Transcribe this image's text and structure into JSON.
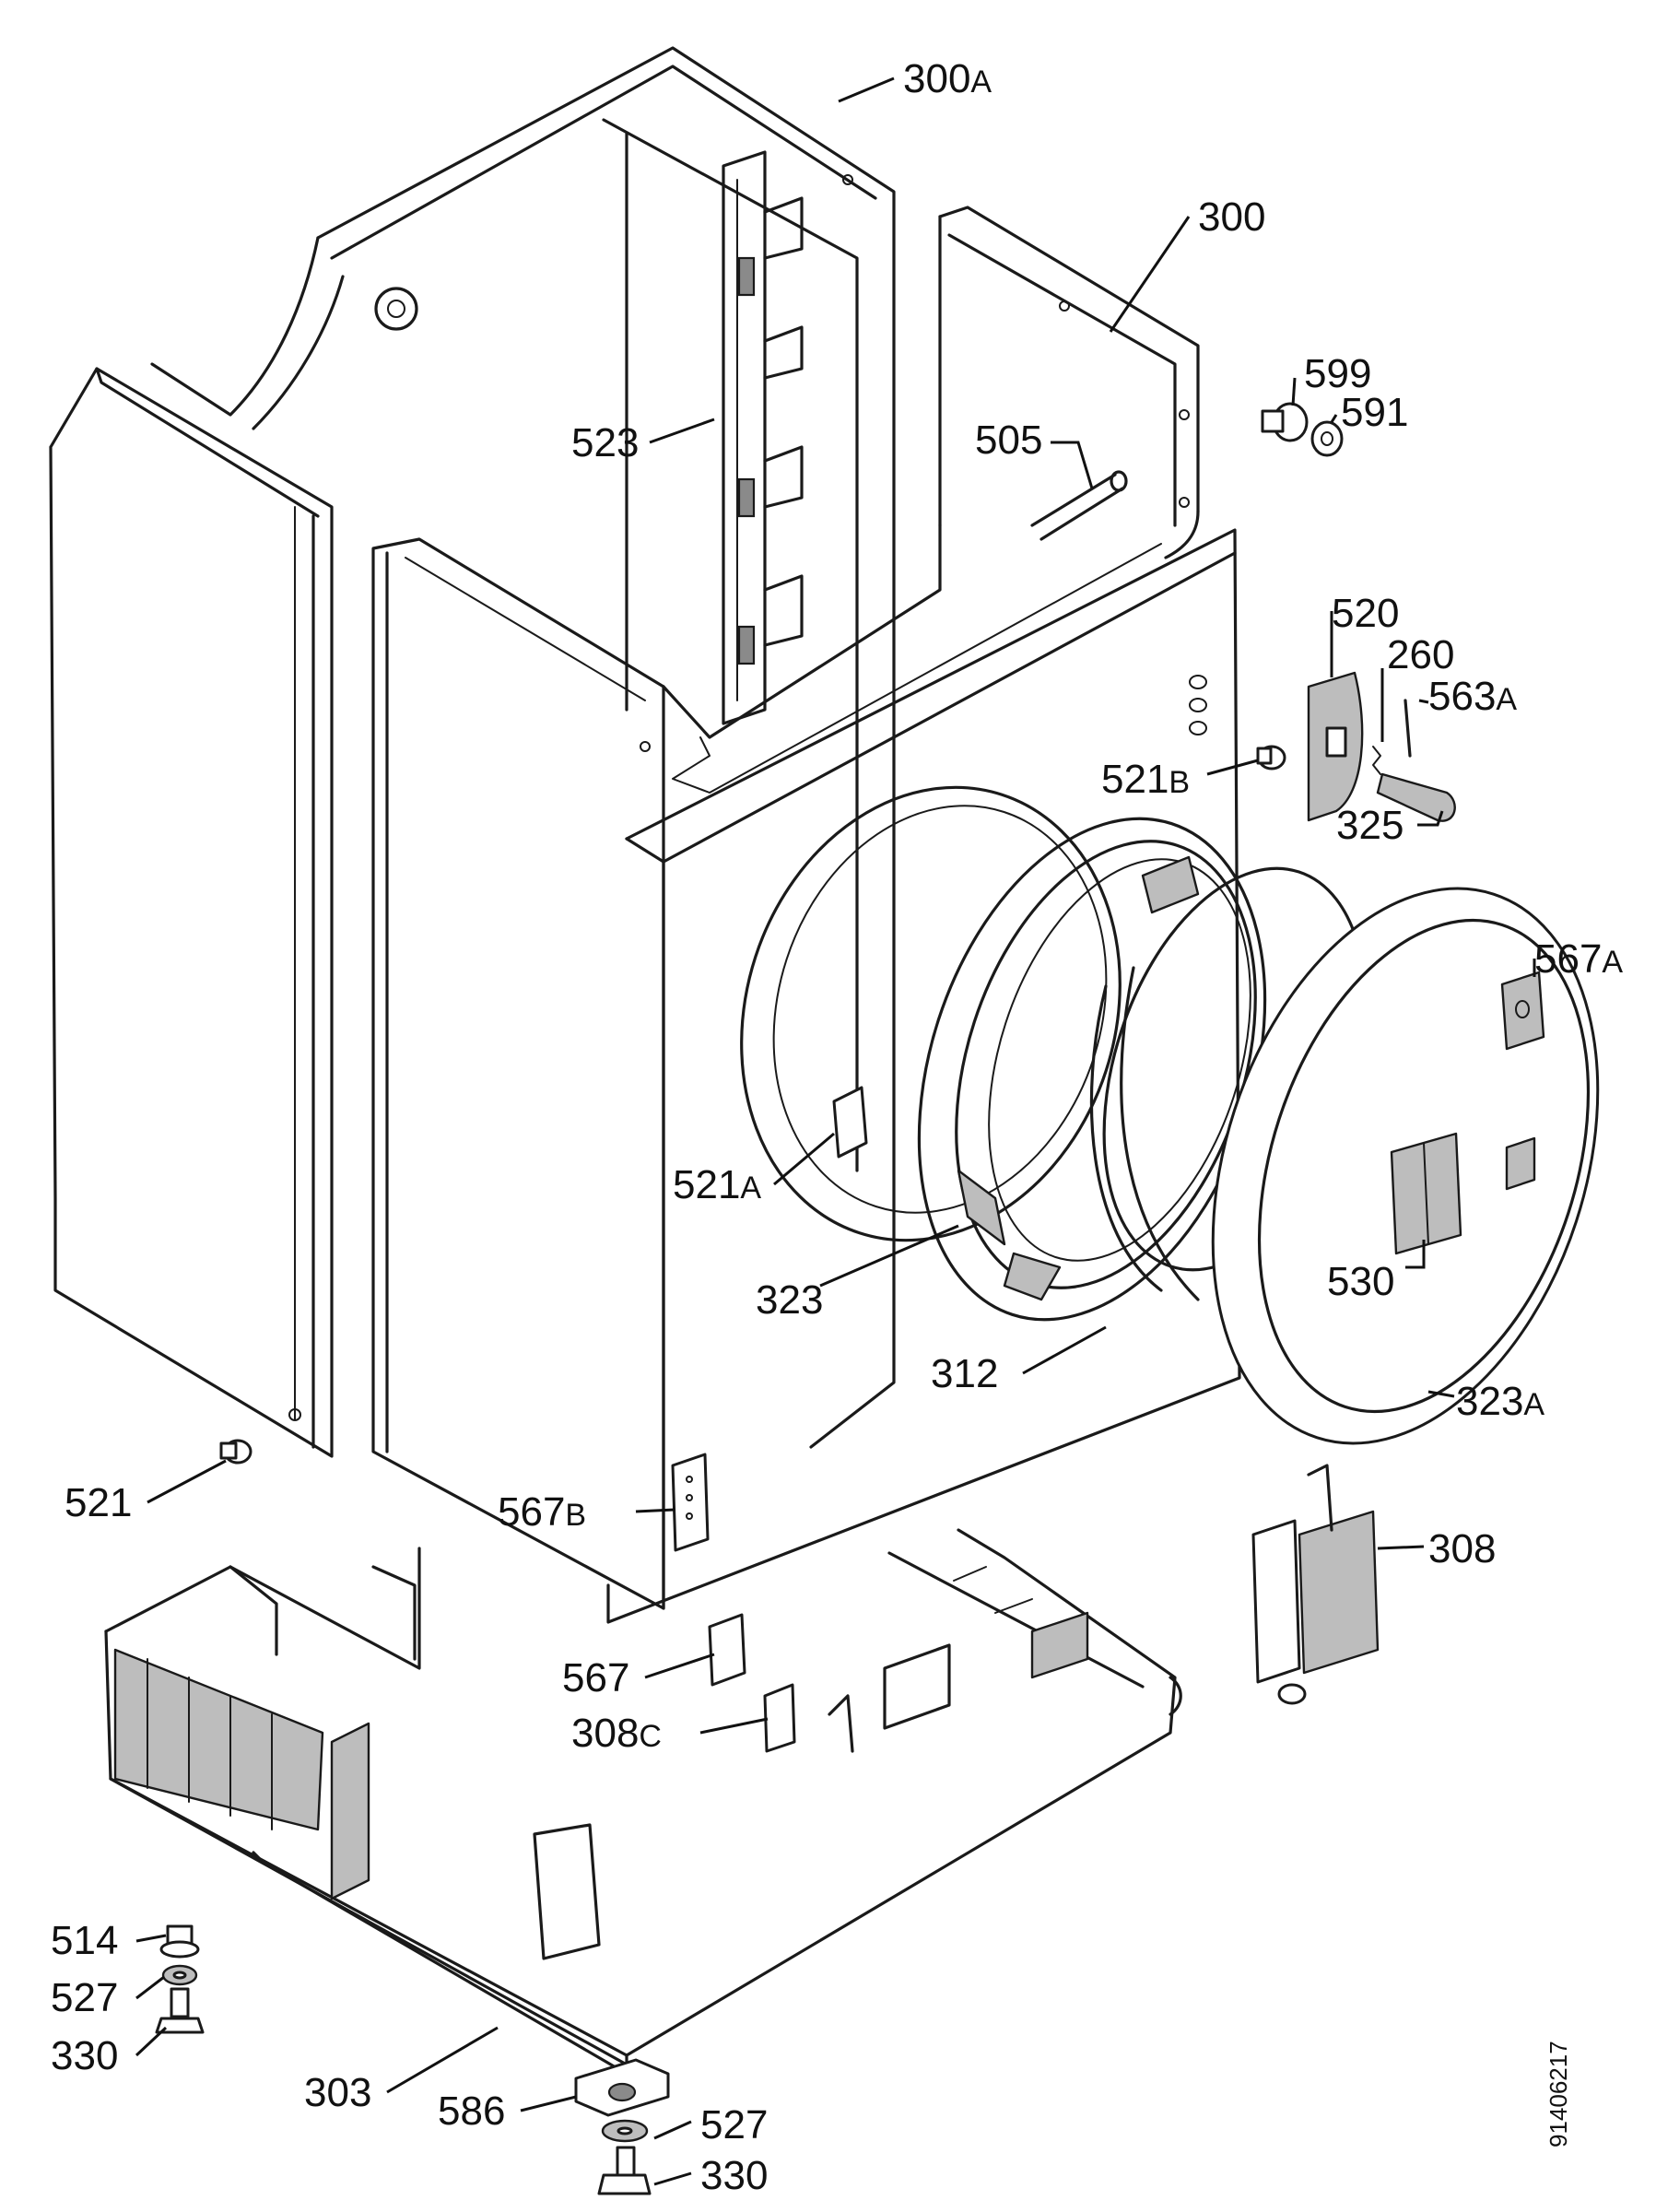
{
  "labels": {
    "l300a": {
      "num": "300",
      "suffix": "A"
    },
    "l300": {
      "num": "300",
      "suffix": ""
    },
    "l599": {
      "num": "599",
      "suffix": ""
    },
    "l591": {
      "num": "591",
      "suffix": ""
    },
    "l523": {
      "num": "523",
      "suffix": ""
    },
    "l505": {
      "num": "505",
      "suffix": ""
    },
    "l520": {
      "num": "520",
      "suffix": ""
    },
    "l260": {
      "num": "260",
      "suffix": ""
    },
    "l563a": {
      "num": "563",
      "suffix": "A"
    },
    "l521b": {
      "num": "521",
      "suffix": "B"
    },
    "l325": {
      "num": "325",
      "suffix": ""
    },
    "l567a": {
      "num": "567",
      "suffix": "A"
    },
    "l521a": {
      "num": "521",
      "suffix": "A"
    },
    "l323": {
      "num": "323",
      "suffix": ""
    },
    "l530": {
      "num": "530",
      "suffix": ""
    },
    "l312": {
      "num": "312",
      "suffix": ""
    },
    "l323a": {
      "num": "323",
      "suffix": "A"
    },
    "l521": {
      "num": "521",
      "suffix": ""
    },
    "l567b": {
      "num": "567",
      "suffix": "B"
    },
    "l308": {
      "num": "308",
      "suffix": ""
    },
    "l567": {
      "num": "567",
      "suffix": ""
    },
    "l308c": {
      "num": "308",
      "suffix": "C"
    },
    "l514": {
      "num": "514",
      "suffix": ""
    },
    "l527a": {
      "num": "527",
      "suffix": ""
    },
    "l330a": {
      "num": "330",
      "suffix": ""
    },
    "l303": {
      "num": "303",
      "suffix": ""
    },
    "l586": {
      "num": "586",
      "suffix": ""
    },
    "l527b": {
      "num": "527",
      "suffix": ""
    },
    "l330b": {
      "num": "330",
      "suffix": ""
    }
  },
  "drawing_code": "91406217"
}
